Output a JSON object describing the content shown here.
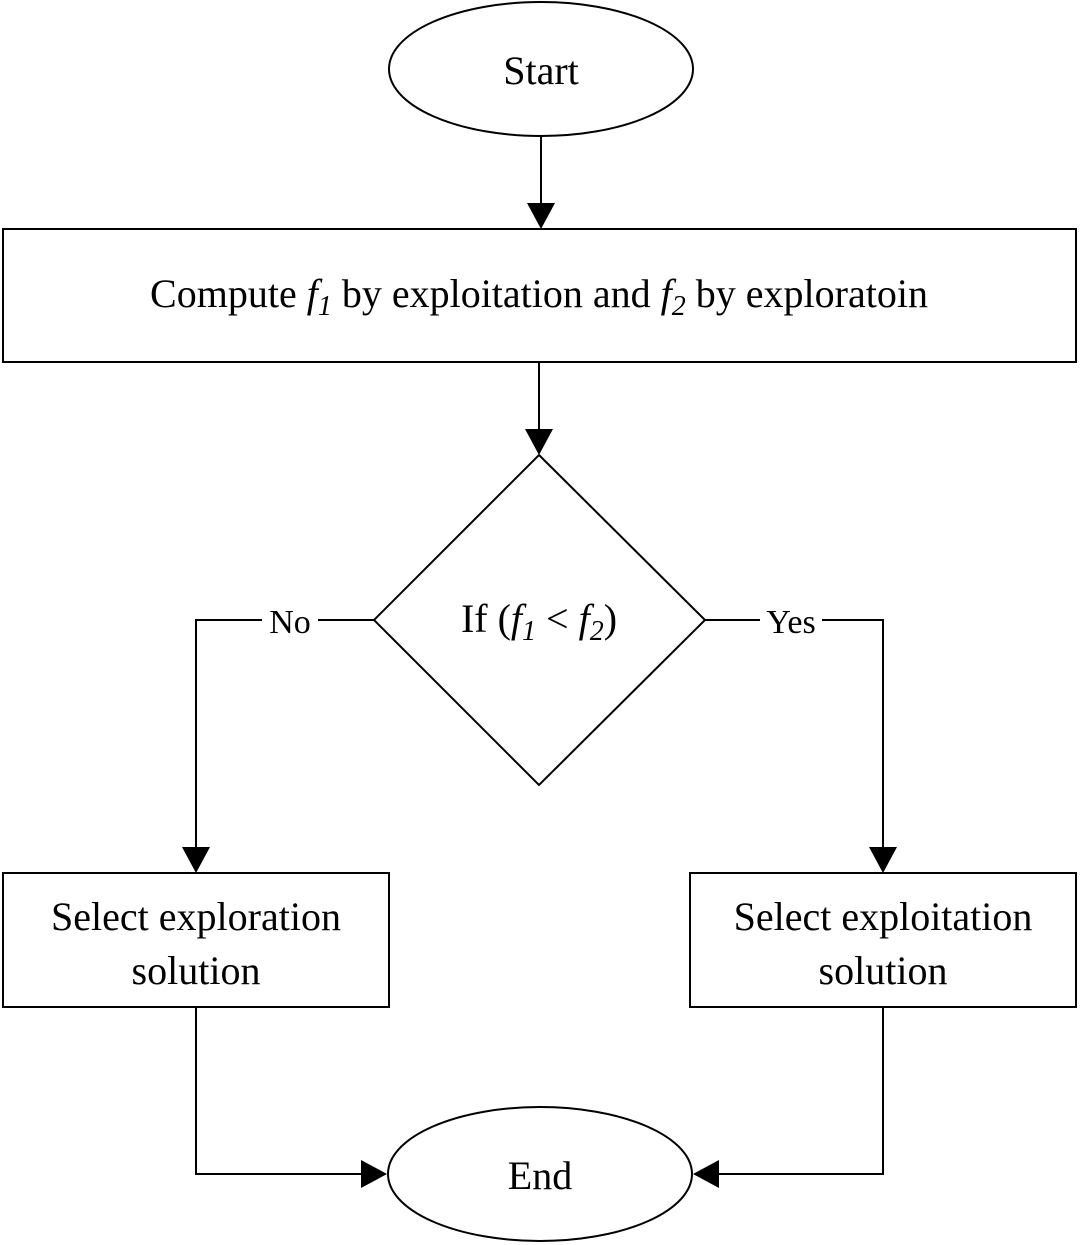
{
  "diagram": {
    "type": "flowchart",
    "nodes": {
      "start": {
        "shape": "ellipse",
        "label": "Start"
      },
      "compute": {
        "shape": "rectangle",
        "label_parts": {
          "prefix": "Compute ",
          "var1": "f",
          "var1_sub": "1",
          "middle": " by exploitation and ",
          "var2": "f",
          "var2_sub": "2",
          "suffix": " by exploratoin"
        }
      },
      "decision": {
        "shape": "diamond",
        "label_parts": {
          "prefix": "If (",
          "var1": "f",
          "var1_sub": "1",
          "operator": " < ",
          "var2": "f",
          "var2_sub": "2",
          "suffix": ")"
        }
      },
      "explore": {
        "shape": "rectangle",
        "label_lines": [
          "Select exploration",
          "solution"
        ]
      },
      "exploit": {
        "shape": "rectangle",
        "label_lines": [
          "Select exploitation",
          "solution"
        ]
      },
      "end": {
        "shape": "ellipse",
        "label": "End"
      }
    },
    "edges": {
      "no_label": "No",
      "yes_label": "Yes"
    }
  }
}
